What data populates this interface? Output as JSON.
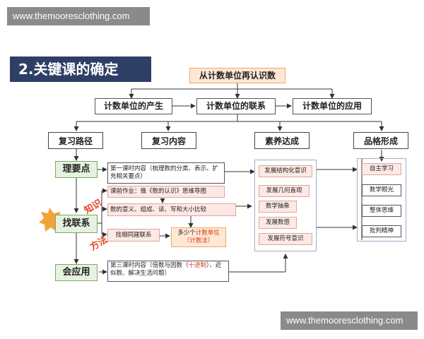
{
  "watermark": "www.themooresclothing.com",
  "section_title": "2.关键课的确定",
  "diagram": {
    "root": "从计数单位再认识数",
    "units": [
      "计数单位的产生",
      "计数单位的联系",
      "计数单位的应用"
    ],
    "headers": {
      "path": "复习路径",
      "content": "复习内容",
      "literacy": "素养达成",
      "character": "品格形成"
    },
    "path_nodes": [
      "理要点",
      "找联系",
      "会应用"
    ],
    "side_labels": {
      "knowledge": "知识",
      "method": "方法"
    },
    "content": {
      "lesson1": "第一课时内容（梳理数的分类、表示、扩充相关要点）",
      "homework": "课前作业：做《数的认识》思维导图",
      "meaning": "数的意义、组成、读、写和大小比较",
      "find_link": "找相同建联系",
      "highlight_pre": "多少个",
      "highlight_red": "计数单位",
      "highlight_sub": "（计数法）",
      "lesson3_pre": "第三课时内容（倍数与因数（",
      "lesson3_red": "十进制",
      "lesson3_post": "）、近似数、解决生活问题）"
    },
    "literacy": [
      "发展结构化意识",
      "发展几何直观",
      "数学抽象",
      "发展数感",
      "发展符号意识"
    ],
    "character": [
      "自主学习",
      "数学眼光",
      "整体思维",
      "批判精神"
    ]
  }
}
